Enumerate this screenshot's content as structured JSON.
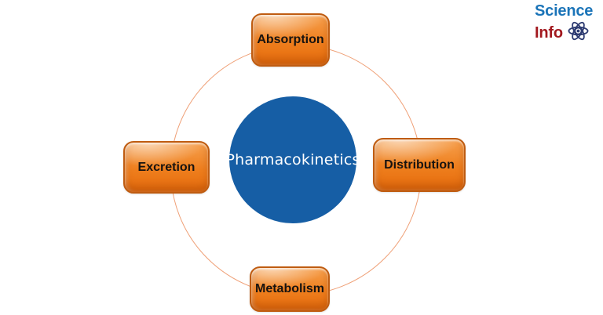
{
  "page": {
    "background_color": "#ffffff"
  },
  "diagram": {
    "center": {
      "label": "Pharmacokinetics",
      "fill_color": "#165ea5",
      "text_color": "#ffffff"
    },
    "ring_color": "#efa077",
    "nodes": [
      {
        "id": "absorption",
        "label": "Absorption",
        "position": "top"
      },
      {
        "id": "distribution",
        "label": "Distribution",
        "position": "right"
      },
      {
        "id": "metabolism",
        "label": "Metabolism",
        "position": "bottom"
      },
      {
        "id": "excretion",
        "label": "Excretion",
        "position": "left"
      }
    ],
    "node_style": {
      "fill_light": "#f6a14f",
      "fill_dark": "#e66c0d",
      "border_color": "#bf5c11",
      "text_color": "#171310"
    }
  },
  "logo": {
    "line1": "Science",
    "line2": "Info",
    "line1_color": "#1b74b8",
    "line2_color": "#a2191f",
    "icon": "atom-icon",
    "icon_color": "#2e3c72"
  }
}
